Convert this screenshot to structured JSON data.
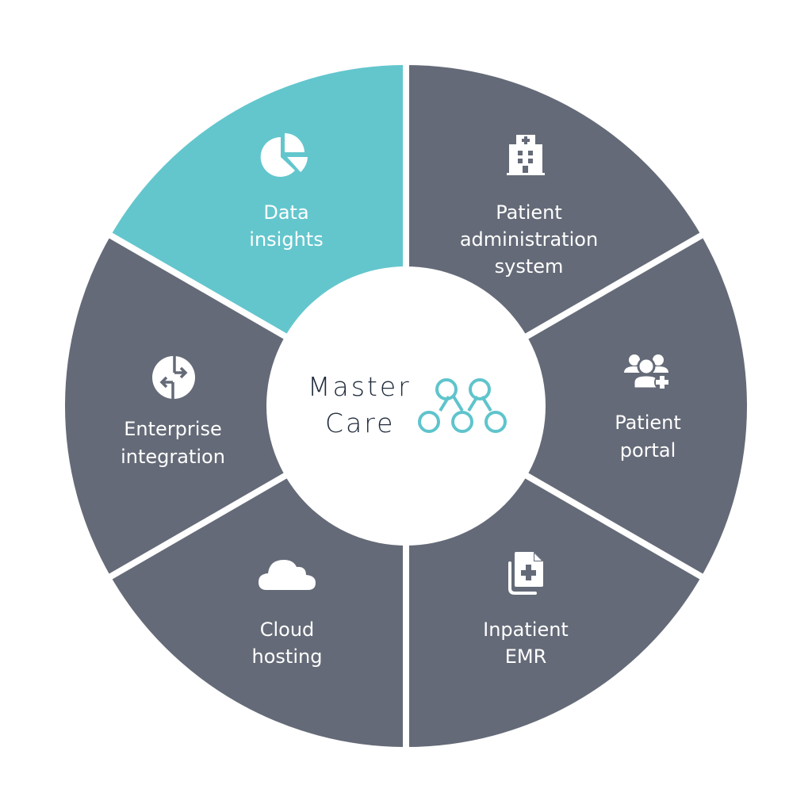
{
  "diagram": {
    "type": "segmented-wheel",
    "center_logo": {
      "line1": "Master",
      "line2": "Care",
      "icon": "connected-nodes-logo-icon",
      "text_color": "#1f2a3b",
      "icon_color": "#5fc4cc"
    },
    "colors": {
      "highlight": "#63c6cd",
      "segment": "#646a77",
      "separator": "#ffffff",
      "center": "#ffffff"
    },
    "segments": [
      {
        "id": "patient-administration-system",
        "lines": [
          "Patient",
          "administration",
          "system"
        ],
        "icon": "hospital-icon",
        "highlighted": false
      },
      {
        "id": "patient-portal",
        "lines": [
          "Patient",
          "portal"
        ],
        "icon": "add-users-icon",
        "highlighted": false
      },
      {
        "id": "inpatient-emr",
        "lines": [
          "Inpatient",
          "EMR"
        ],
        "icon": "medical-documents-icon",
        "highlighted": false
      },
      {
        "id": "cloud-hosting",
        "lines": [
          "Cloud",
          "hosting"
        ],
        "icon": "cloud-icon",
        "highlighted": false
      },
      {
        "id": "enterprise-integration",
        "lines": [
          "Enterprise",
          "integration"
        ],
        "icon": "exchange-arrows-icon",
        "highlighted": false
      },
      {
        "id": "data-insights",
        "lines": [
          "Data",
          "insights"
        ],
        "icon": "pie-chart-icon",
        "highlighted": true
      }
    ]
  }
}
